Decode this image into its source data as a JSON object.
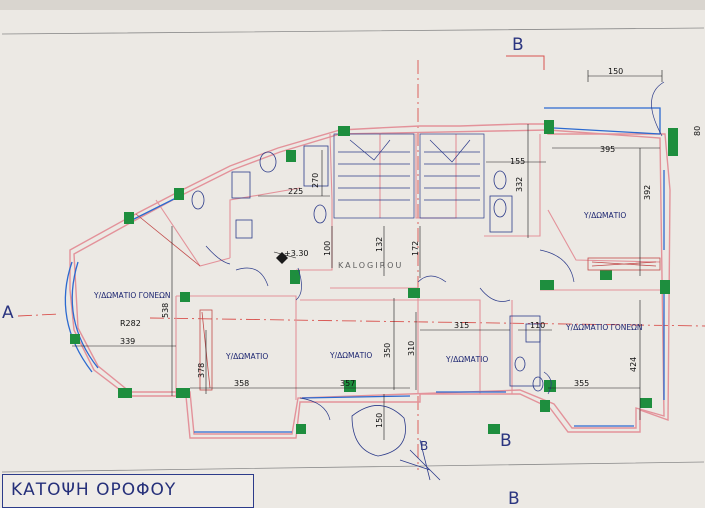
{
  "title": "ΚΑΤΟΨΗ ΟΡΟΦΟΥ",
  "watermark": "KALOGIROU",
  "level": "+3.30",
  "section_labels": [
    "B",
    "B",
    "B",
    "B",
    "A"
  ],
  "rooms": [
    "Υ/ΔΩΜΑΤΙΟ ΓΟΝΕΩΝ",
    "Υ/ΔΩΜΑΤΙΟ",
    "Υ/ΔΩΜΑΤΙΟ",
    "Υ/ΔΩΜΑΤΙΟ",
    "Υ/ΔΩΜΑΤΙΟ",
    "Υ/ΔΩΜΑΤΙΟ ΓΟΝΕΩΝ"
  ],
  "radius_label": "R282",
  "dimensions": [
    "150",
    "395",
    "155",
    "332",
    "392",
    "80",
    "225",
    "270",
    "100",
    "132",
    "172",
    "538",
    "339",
    "378",
    "358",
    "350",
    "357",
    "310",
    "315",
    "110",
    "355",
    "424",
    "150"
  ],
  "colors": {
    "walls": "#e3929a",
    "accent": "#2c3b8a",
    "columns": "#1e8e3e",
    "glass": "#2c6ad0"
  }
}
